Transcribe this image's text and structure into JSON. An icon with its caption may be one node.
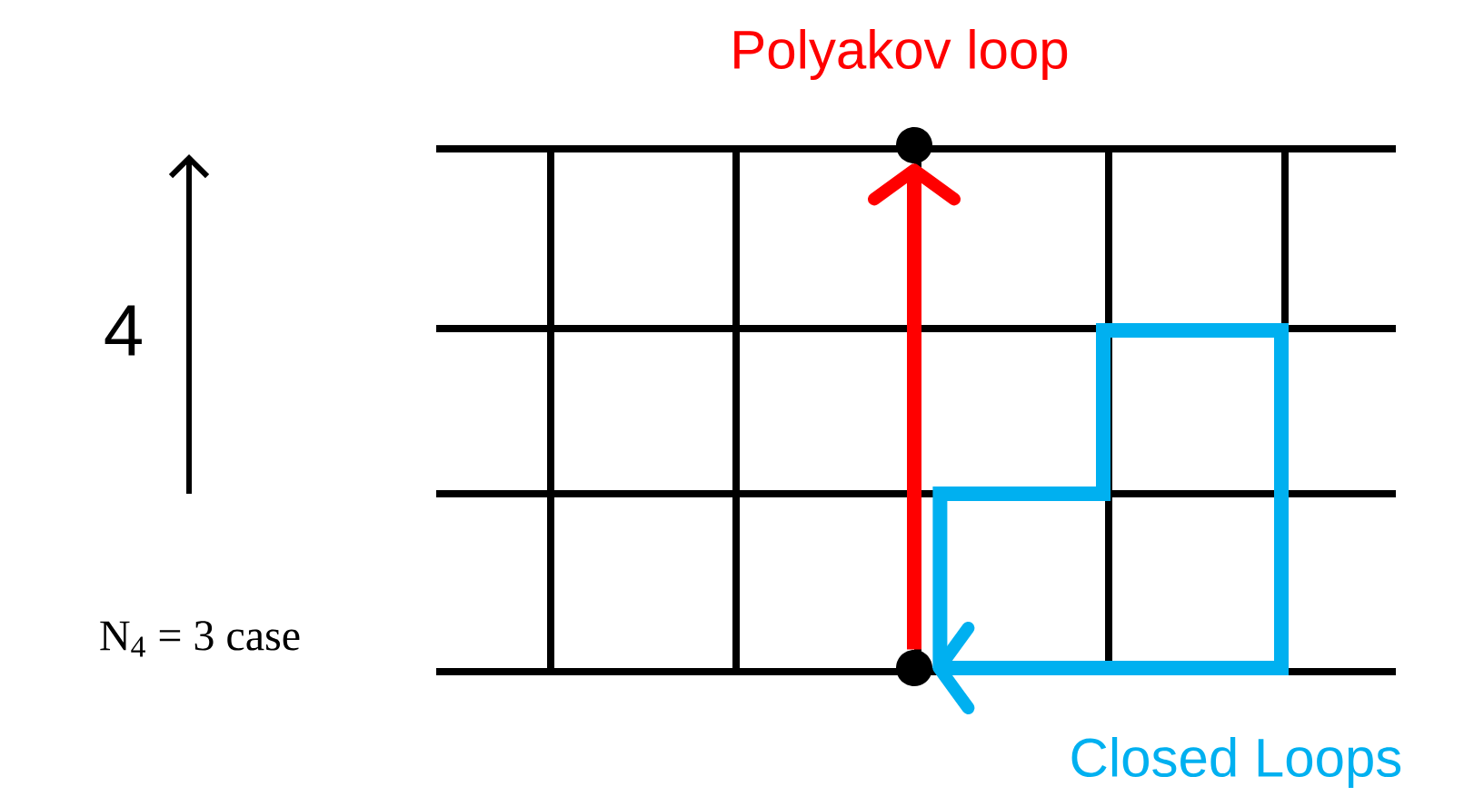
{
  "diagram": {
    "nodes": [
      {
        "text": [],
        "shape": "circle"
      },
      {
        "text": [],
        "shape": "circle"
      }
    ],
    "edges": [
      {
        "from": 1,
        "to": 0,
        "arrow": "to",
        "label": "Polyakov loop",
        "color": "#ff0000"
      },
      {
        "from": 1,
        "to": 1,
        "arrow": "to",
        "label": "Closed Loops",
        "color": "#00b0f0"
      }
    ],
    "labels": [
      "4",
      "N$_{4}$ = 3 case"
    ]
  }
}
